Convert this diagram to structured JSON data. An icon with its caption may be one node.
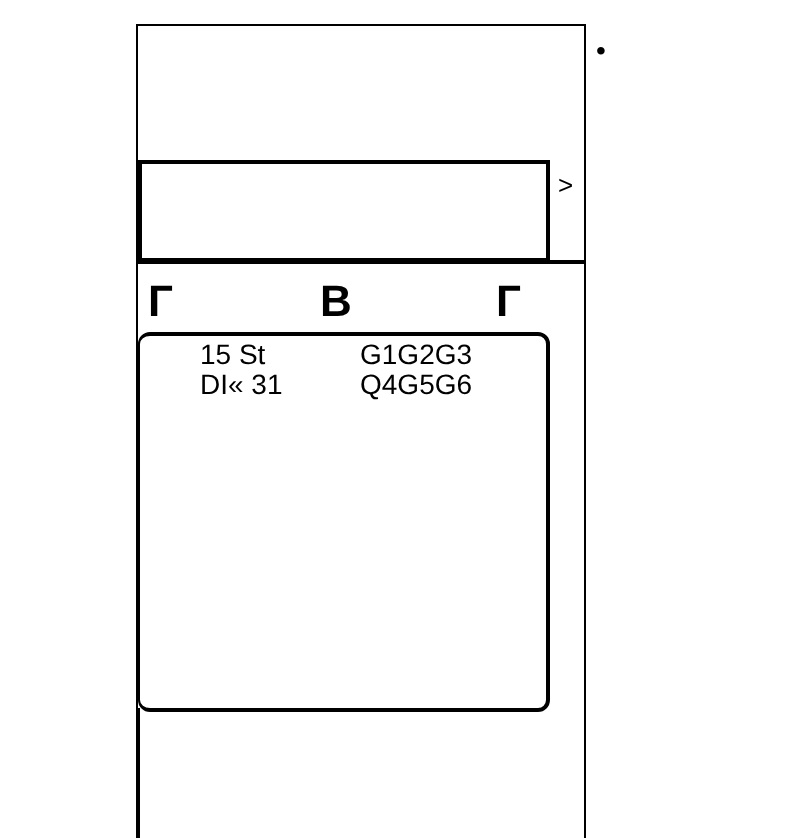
{
  "diagram": {
    "nodes": [
      {
        "text": [],
        "shape": "box"
      },
      {
        "text": [],
        "shape": "box",
        "in": 0
      },
      {
        "text": [
          "15 St DI« 31",
          "G1G2G3 Q4G5G6"
        ],
        "in": 0
      }
    ],
    "edges": [],
    "labels": [
      "•",
      ">",
      "Г",
      "В",
      "Г"
    ]
  }
}
